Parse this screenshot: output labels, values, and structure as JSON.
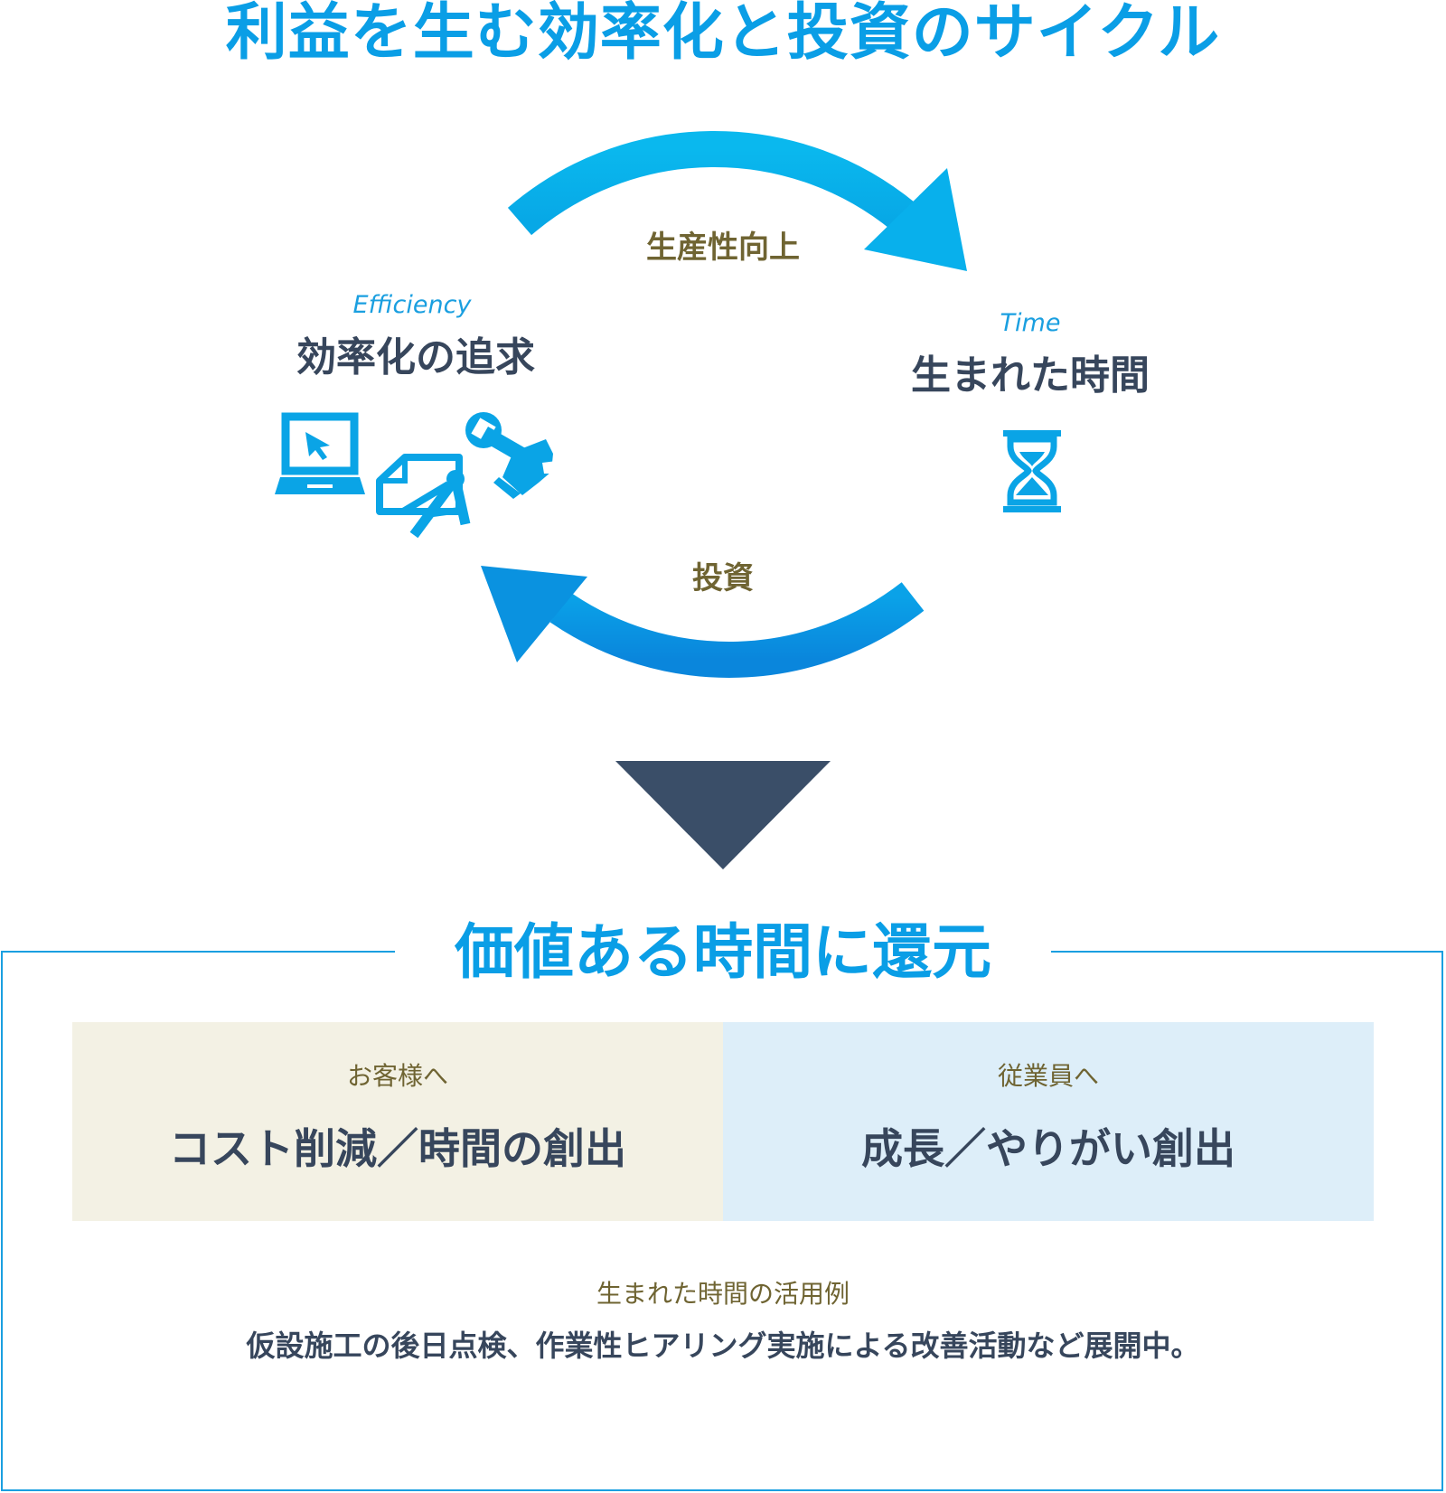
{
  "title": "利益を生む効率化と投資のサイクル",
  "cycle": {
    "top_arrow_label": "生産性向上",
    "bottom_arrow_label": "投資",
    "efficiency": {
      "en": "Efficiency",
      "ja": "効率化の追求",
      "icons": [
        "laptop-cursor-icon",
        "blueprint-compass-icon",
        "wrench-hand-icon"
      ]
    },
    "time": {
      "en": "Time",
      "ja": "生まれた時間",
      "icons": [
        "hourglass-icon"
      ]
    }
  },
  "result": {
    "title": "価値ある時間に還元",
    "customers": {
      "sub": "お客様へ",
      "main": "コスト削減／時間の創出"
    },
    "employees": {
      "sub": "従業員へ",
      "main": "成長／やりがい創出"
    },
    "example_label": "生まれた時間の活用例",
    "example_text": "仮設施工の後日点検、作業性ヒアリング実施による改善活動など展開中。"
  },
  "colors": {
    "accent": "#0a9ee6",
    "arrow_top": "#0ab4ec",
    "arrow_bottom": "#0a8ee0",
    "dark_text": "#37465c",
    "olive_text": "#6f6432",
    "panel_left_bg": "#f3f1e4",
    "panel_right_bg": "#ddeef9"
  }
}
